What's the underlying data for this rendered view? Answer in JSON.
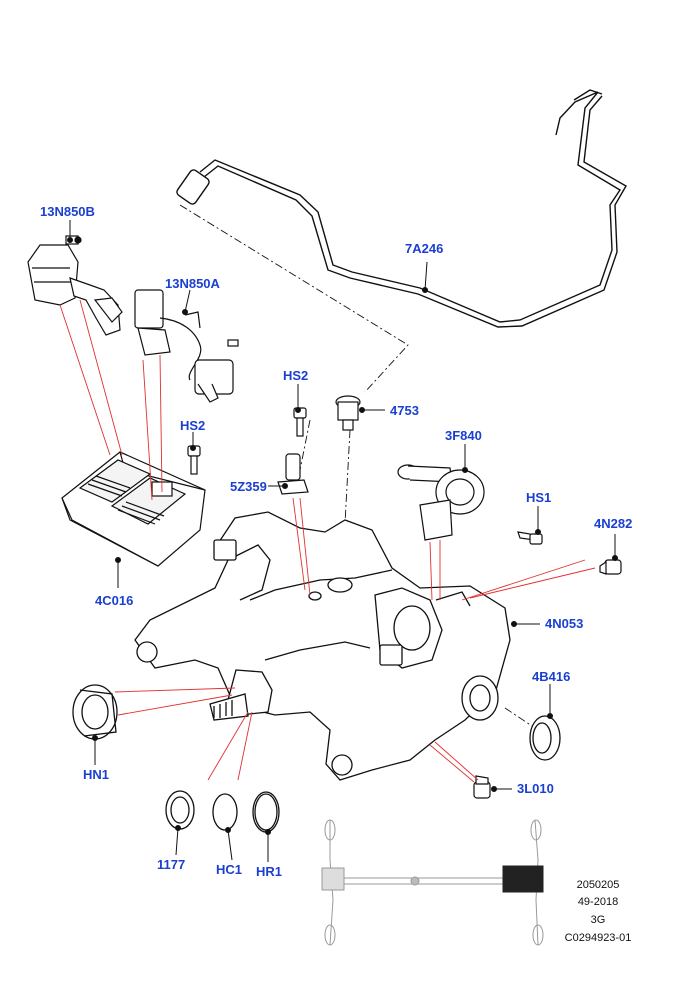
{
  "diagram": {
    "callouts": {
      "p13N850B": "13N850B",
      "p13N850A": "13N850A",
      "p7A246": "7A246",
      "pHS2_top": "HS2",
      "p4753": "4753",
      "pHS2_left": "HS2",
      "p3F840": "3F840",
      "p5Z359": "5Z359",
      "pHS1": "HS1",
      "p4N282": "4N282",
      "p4C016": "4C016",
      "p4N053": "4N053",
      "p4B416": "4B416",
      "pHN1": "HN1",
      "p3L010": "3L010",
      "p1177": "1177",
      "pHC1": "HC1",
      "pHR1": "HR1"
    },
    "reference_block": {
      "line1": "2050205",
      "line2": "49-2018",
      "line3": "3G",
      "line4": "C0294923-01"
    },
    "colors": {
      "callout_text": "#1a3fd1",
      "leader_red": "#e23030",
      "line_black": "#111111"
    }
  }
}
